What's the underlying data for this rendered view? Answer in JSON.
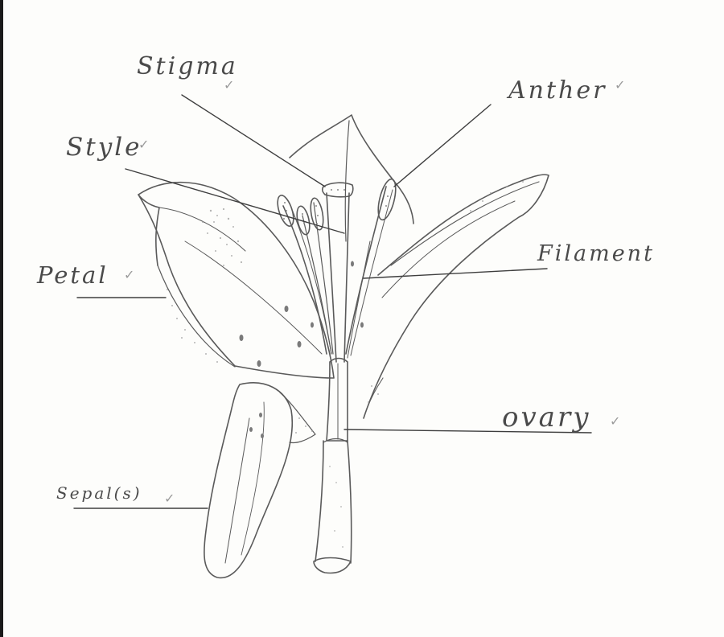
{
  "labels": {
    "stigma": "Stigma",
    "style": "Style",
    "anther": "Anther",
    "filament": "Filament",
    "petal": "Petal",
    "ovary": "ovary",
    "sepal": "Sepal(s)"
  },
  "checkmark": "✓",
  "colors": {
    "pencil": "#5a5a5a",
    "paper": "#fdfdfb",
    "shading": "#9c9c9c"
  }
}
